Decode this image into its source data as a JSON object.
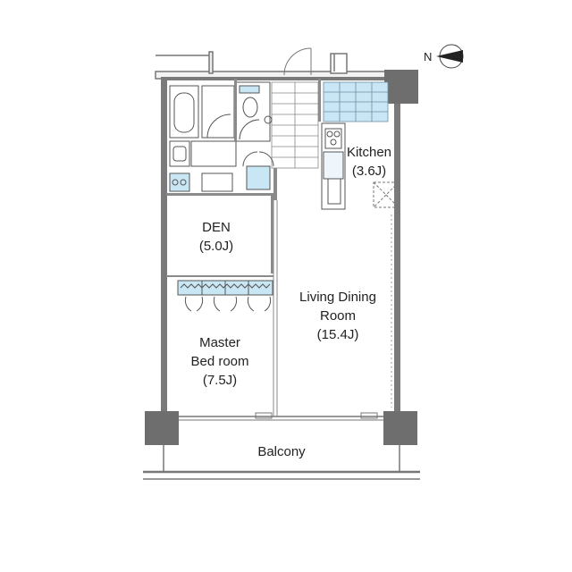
{
  "rooms": {
    "kitchen": {
      "name": "Kitchen",
      "size": "(3.6J)"
    },
    "den": {
      "name": "DEN",
      "size": "(5.0J)"
    },
    "living": {
      "line1": "Living Dining",
      "line2": "Room",
      "size": "(15.4J)"
    },
    "master": {
      "line1": "Master",
      "line2": "Bed room",
      "size": "(7.5J)"
    },
    "balcony": {
      "name": "Balcony"
    }
  },
  "compass": {
    "letter": "N"
  },
  "colors": {
    "wall": "#7a7a7a",
    "column": "#6e6e6e",
    "tile": "#c9e6f4",
    "fixture_line": "#555555"
  }
}
